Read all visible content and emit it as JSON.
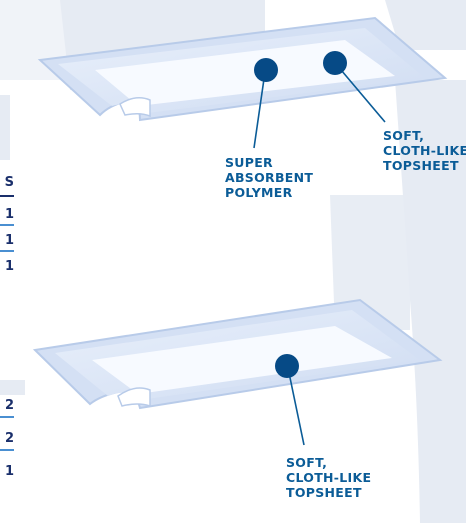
{
  "table_fragments": {
    "header_char": "S",
    "upper_rows": [
      "1",
      "1",
      "1"
    ],
    "lower_rows": [
      "2",
      "2",
      "1"
    ]
  },
  "callouts": {
    "top_left": [
      "SUPER",
      "ABSORBENT",
      "POLYMER"
    ],
    "top_right": [
      "SOFT,",
      "CLOTH-LIKE",
      "TOPSHEET"
    ],
    "bottom": [
      "SOFT,",
      "CLOTH-LIKE",
      "TOPSHEET"
    ]
  },
  "colors": {
    "accent": "#0b5c97",
    "dot": "#064a86",
    "watermark": "#e6ebf3",
    "pad_edge": "#c8d7f0"
  }
}
